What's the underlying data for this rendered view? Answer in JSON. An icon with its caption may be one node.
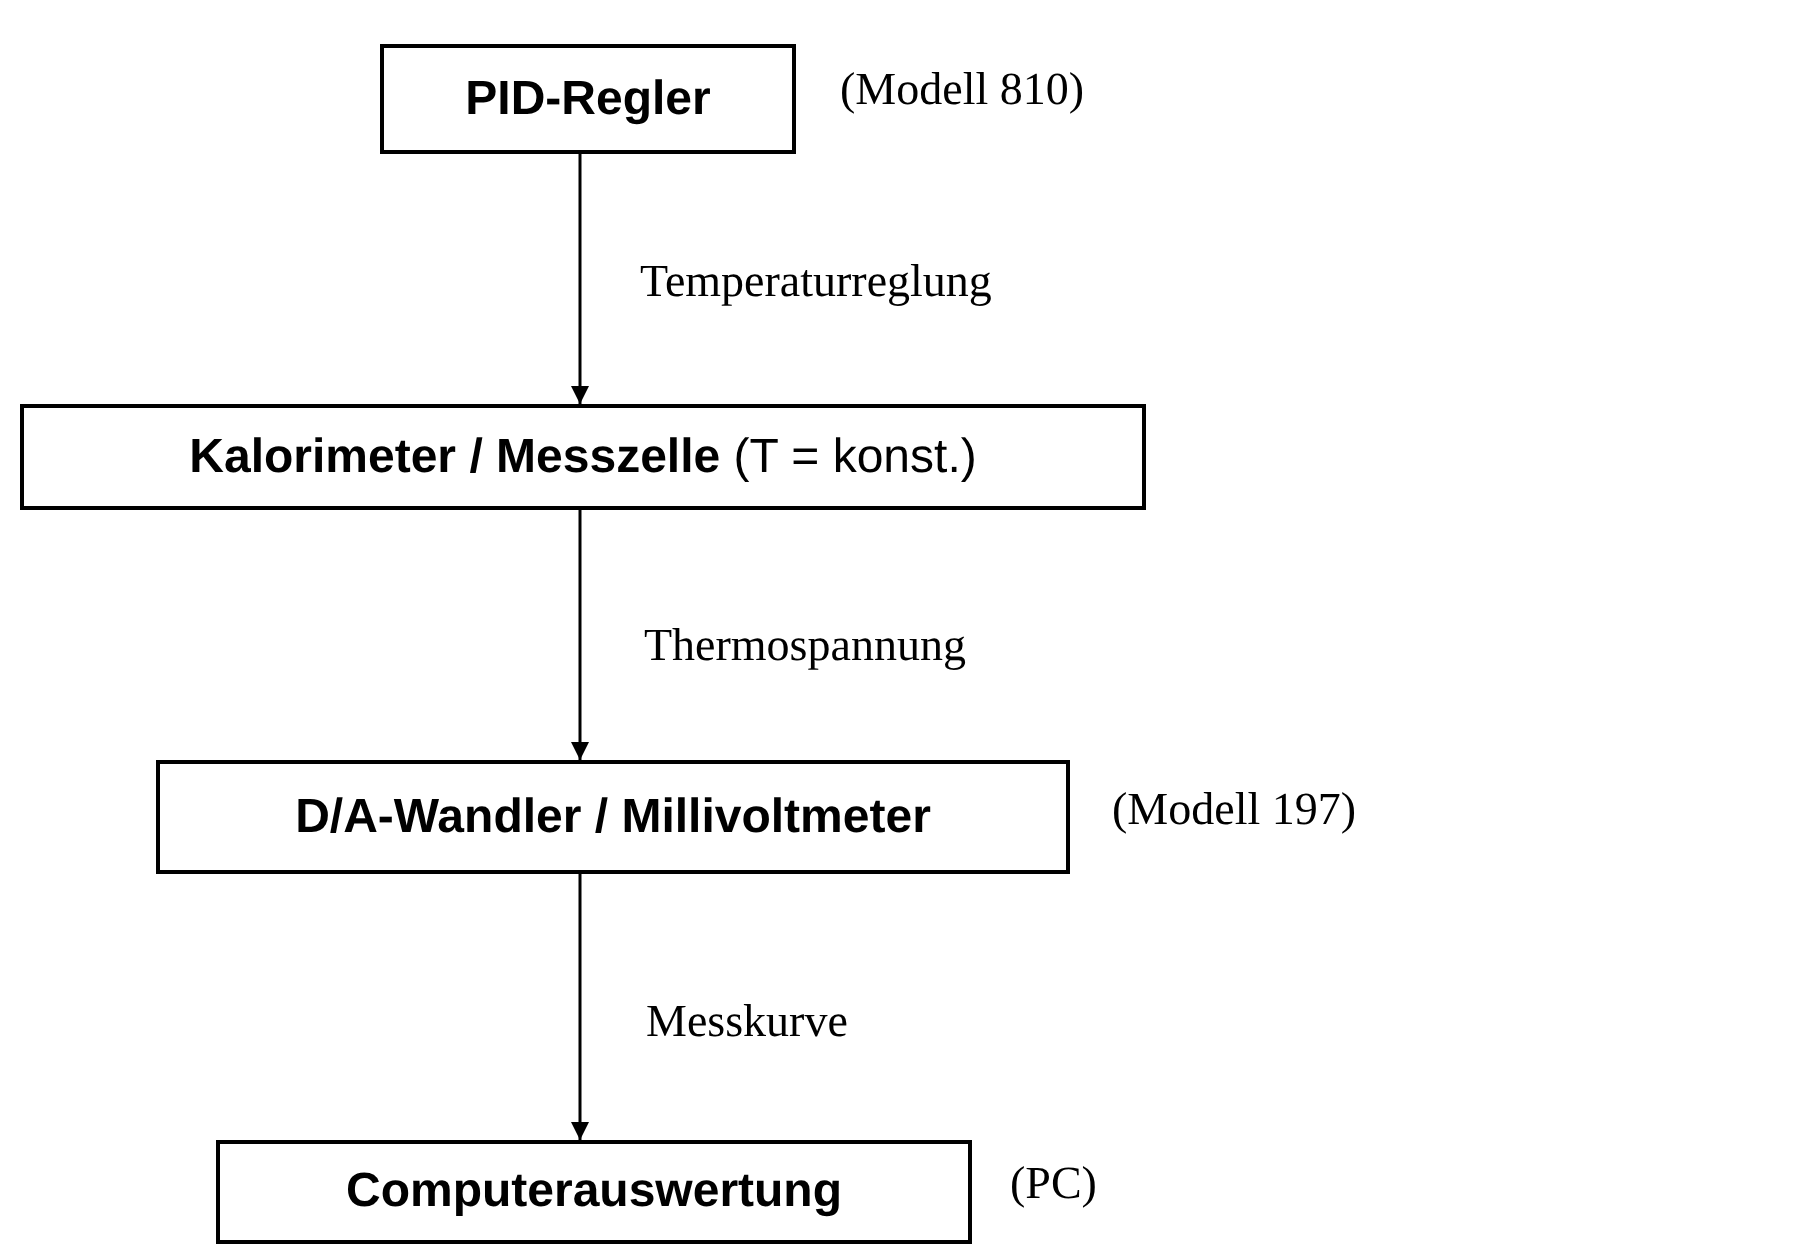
{
  "diagram": {
    "nodes": [
      {
        "text": [
          "PID-Regler"
        ],
        "beside": [
          "(Modell 810)"
        ]
      },
      {
        "text": [
          "**Kalorimeter / Messzelle** (T = konst.)"
        ]
      },
      {
        "text": [
          "D/A-Wandler / Millivoltmeter"
        ],
        "beside": [
          "(Modell 197)"
        ]
      },
      {
        "text": [
          "Computerauswertung"
        ],
        "beside": [
          "(PC)"
        ]
      }
    ],
    "edges": [
      {
        "from": 0,
        "to": 1,
        "arrow": "to",
        "label": "Temperaturreglung"
      },
      {
        "from": 1,
        "to": 2,
        "arrow": "to",
        "label": "Thermospannung"
      },
      {
        "from": 2,
        "to": 3,
        "arrow": "to",
        "label": "Messkurve"
      }
    ]
  }
}
